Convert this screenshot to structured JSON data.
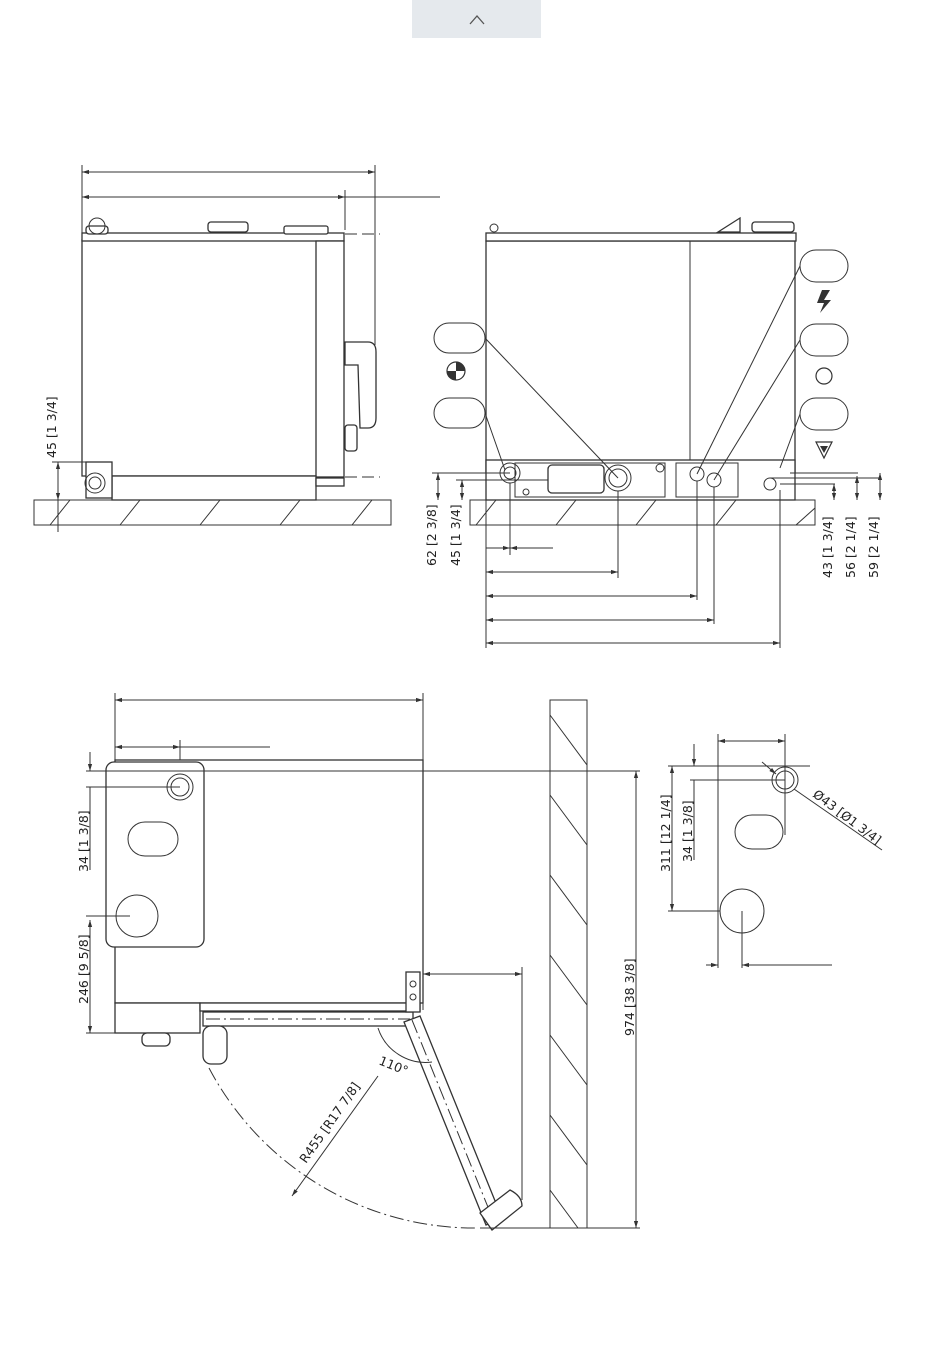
{
  "nav": {
    "scroll_top_icon": "chevron-up-icon"
  },
  "dimensions": {
    "front_left_height": "45 [1 3/4]",
    "side_left_62": "62 [2 3/8]",
    "side_left_45": "45 [1 3/4]",
    "side_right_43": "43 [1 3/4]",
    "side_right_56": "56 [2 1/4]",
    "side_right_59": "59 [2 1/4]",
    "plan_34": "34 [1 3/8]",
    "plan_246": "246 [9 5/8]",
    "plan_974": "974 [38 3/8]",
    "door_radius": "R455 [R17 7/8]",
    "door_angle": "110°",
    "detail_311": "311 [12 1/4]",
    "detail_34": "34 [1 3/8]",
    "detail_diameter": "Ø43 [Ø1 3/4]"
  },
  "symbols": {
    "electric": "electric-bolt-icon",
    "gravity": "center-of-gravity-icon",
    "drain": "drain-triangle-icon",
    "circle": "circle-marker-icon"
  }
}
